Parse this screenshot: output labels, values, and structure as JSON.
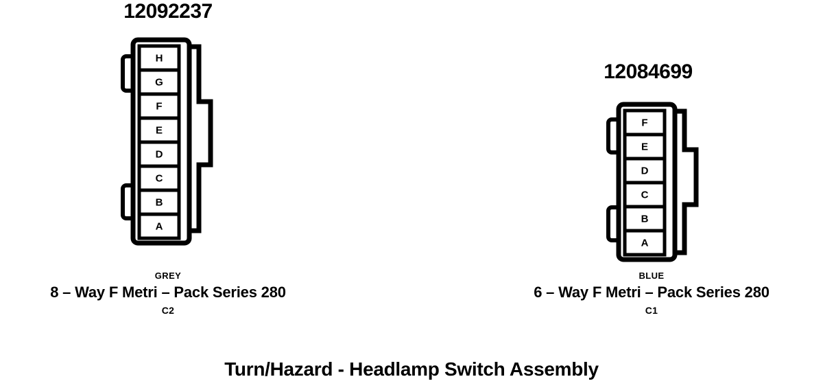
{
  "figure": {
    "title": "Turn/Hazard - Headlamp Switch Assembly",
    "background_color": "#ffffff",
    "ink_color": "#000000"
  },
  "connectors": [
    {
      "id": "C2",
      "part_number": "12092237",
      "color_label": "GREY",
      "description": "8 – Way F Metri – Pack Series 280",
      "reference": "C2",
      "way_count": 8,
      "terminals": [
        "H",
        "G",
        "F",
        "E",
        "D",
        "C",
        "B",
        "A"
      ]
    },
    {
      "id": "C1",
      "part_number": "12084699",
      "color_label": "BLUE",
      "description": "6 – Way F Metri – Pack Series 280",
      "reference": "C1",
      "way_count": 6,
      "terminals": [
        "F",
        "E",
        "D",
        "C",
        "B",
        "A"
      ]
    }
  ]
}
